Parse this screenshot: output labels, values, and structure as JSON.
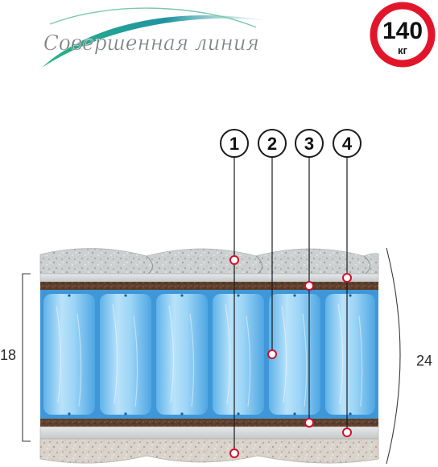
{
  "logo": {
    "text": "Совершенная линия"
  },
  "badge": {
    "value": "140",
    "unit": "кг"
  },
  "callouts": [
    {
      "number": "1"
    },
    {
      "number": "2"
    },
    {
      "number": "3"
    },
    {
      "number": "4"
    }
  ],
  "dimensions": {
    "left": "18",
    "right": "24"
  },
  "colors": {
    "badge_ring": "#e2162b",
    "marker": "#d0112b",
    "spring_block": "#3f97d8",
    "coconut": "#5e3f2c",
    "logo_swoosh": "#1fa07c"
  }
}
